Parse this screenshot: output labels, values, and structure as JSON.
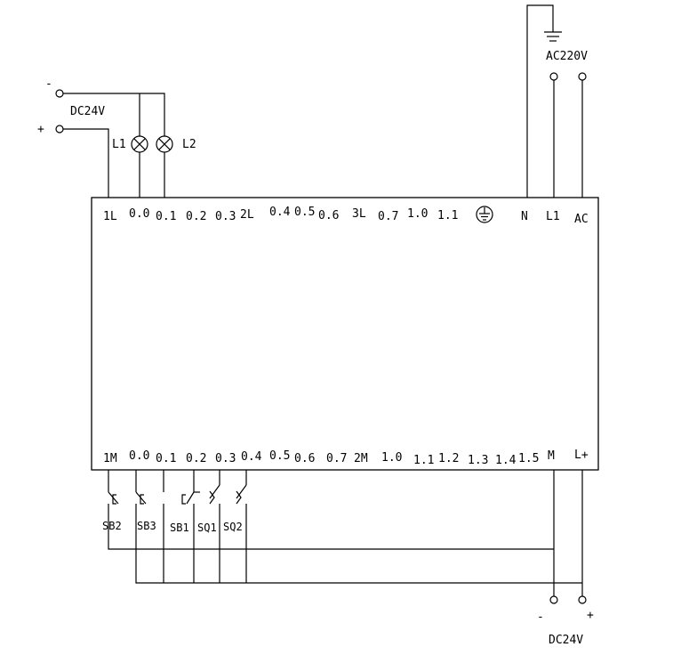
{
  "plc": {
    "top_terminals": [
      "1L",
      "0.0",
      "0.1",
      "0.2",
      "0.3",
      "2L",
      "0.4",
      "0.5",
      "0.6",
      "3L",
      "0.7",
      "1.0",
      "1.1",
      "N",
      "L1",
      "AC"
    ],
    "bottom_terminals": [
      "1M",
      "0.0",
      "0.1",
      "0.2",
      "0.3",
      "0.4",
      "0.5",
      "0.6",
      "0.7",
      "2M",
      "1.0",
      "1.1",
      "1.2",
      "1.3",
      "1.4",
      "1.5",
      "M",
      "L+"
    ]
  },
  "output_supply": {
    "label": "DC24V",
    "minus": "-",
    "plus": "+"
  },
  "lamps": [
    "L1",
    "L2"
  ],
  "ac_supply": {
    "label": "AC220V"
  },
  "input_devices": [
    "SB2",
    "SB3",
    "SB1",
    "SQ1",
    "SQ2"
  ],
  "input_supply": {
    "label": "DC24V",
    "minus": "-",
    "plus": "+"
  }
}
